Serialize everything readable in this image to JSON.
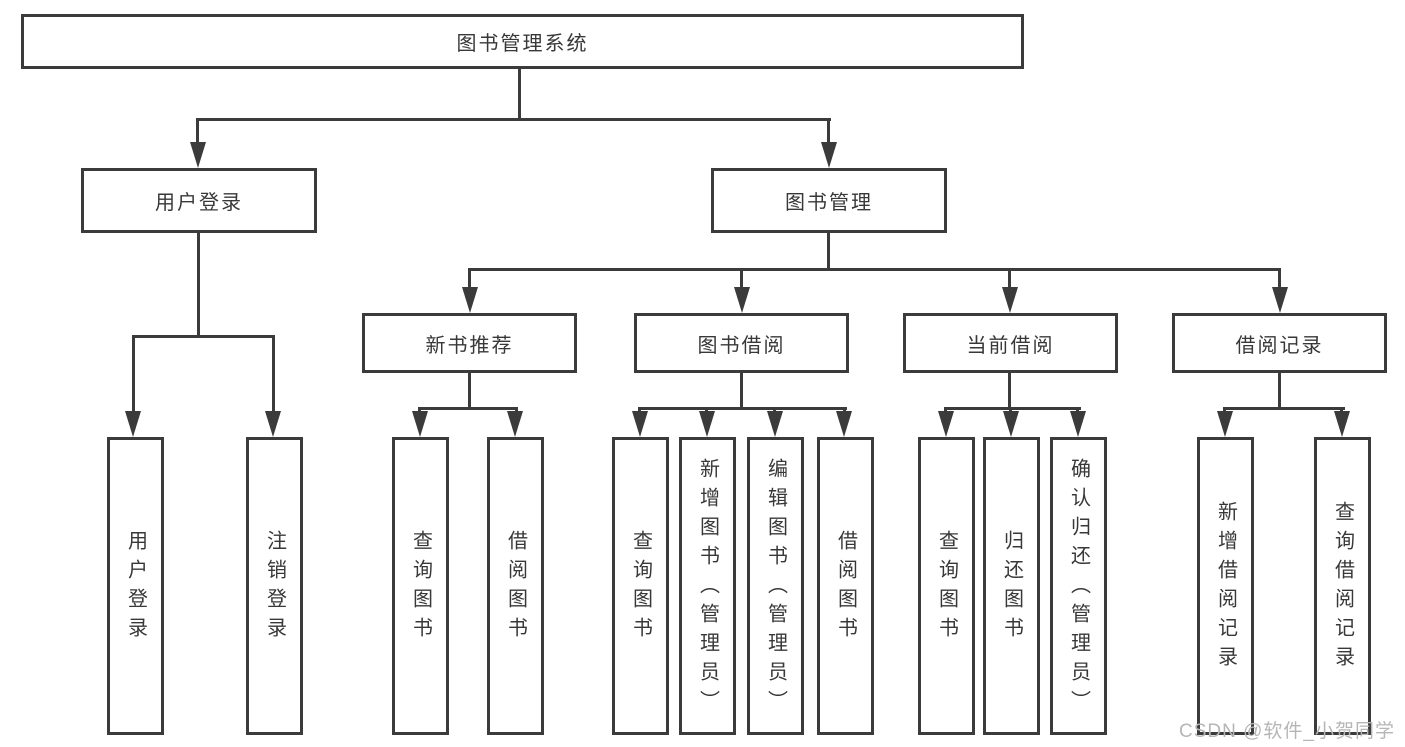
{
  "title": "图书管理系统",
  "watermark": "CSDN @软件_小贺同学",
  "tree": {
    "branches": [
      {
        "label": "用户登录",
        "children": [
          "用户登录",
          "注销登录"
        ]
      },
      {
        "label": "图书管理",
        "groups": [
          {
            "label": "新书推荐",
            "children": [
              "查询图书",
              "借阅图书"
            ]
          },
          {
            "label": "图书借阅",
            "children": [
              "查询图书",
              "新增图书（管理员）",
              "编辑图书（管理员）",
              "借阅图书"
            ]
          },
          {
            "label": "当前借阅",
            "children": [
              "查询图书",
              "归还图书",
              "确认归还（管理员）"
            ]
          },
          {
            "label": "借阅记录",
            "children": [
              "新增借阅记录",
              "查询借阅记录"
            ]
          }
        ]
      }
    ]
  }
}
